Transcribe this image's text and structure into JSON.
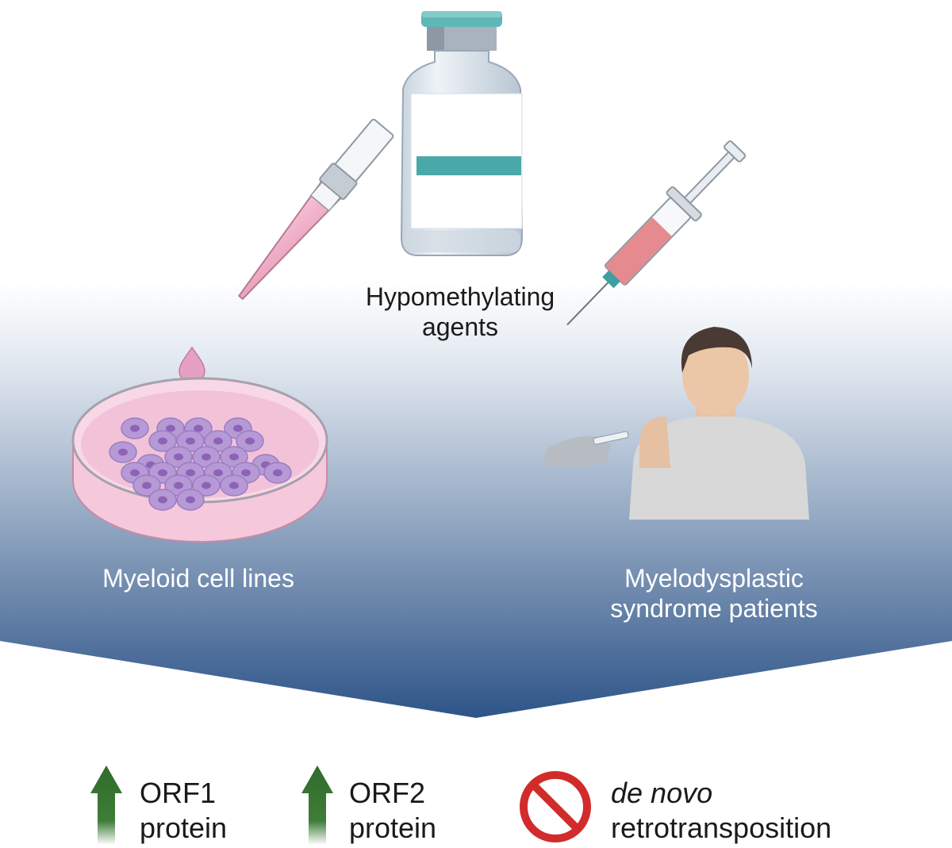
{
  "labels": {
    "agent": {
      "line1": "Hypomethylating",
      "line2": "agents"
    },
    "cells": "Myeloid cell lines",
    "patients": {
      "line1": "Myelodysplastic",
      "line2": "syndrome patients"
    }
  },
  "outcomes": [
    {
      "icon": "up-arrow-icon",
      "line1": "ORF1",
      "line2": "protein"
    },
    {
      "icon": "up-arrow-icon",
      "line1": "ORF2",
      "line2": "protein"
    },
    {
      "icon": "prohibited-icon",
      "line1": "de novo",
      "line2": "retrotransposition"
    }
  ],
  "colors": {
    "band_top": "#ffffff",
    "band_bottom": "#2e5488",
    "arrow_green": "#2f6b2a",
    "prohibited_red": "#d22b2b",
    "vial_teal": "#4aa9a8",
    "dish_pink": "#f2b8cf",
    "cell_purple": "#b69ad6"
  }
}
